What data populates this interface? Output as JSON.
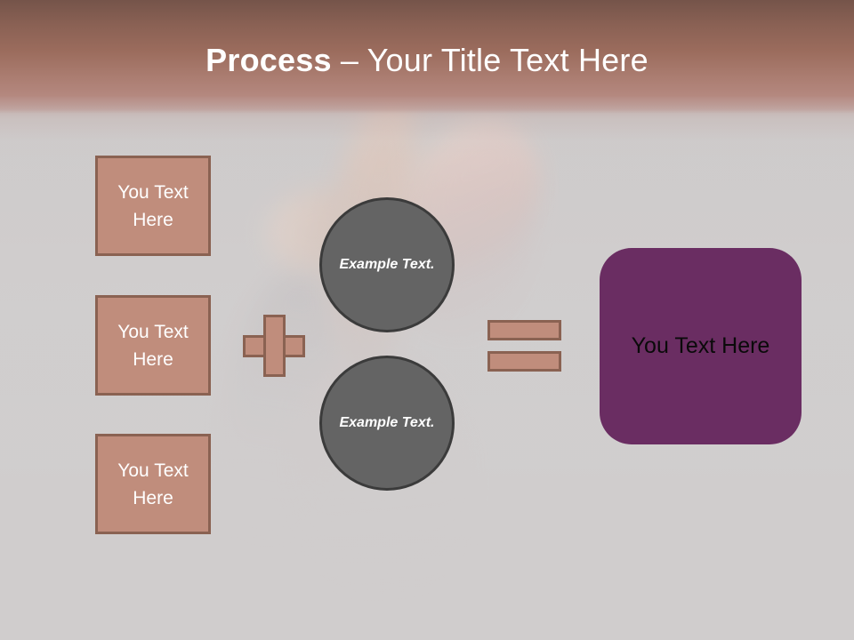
{
  "slide": {
    "title_bold": "Process",
    "title_rest": " – Your Title Text Here"
  },
  "inputs": [
    {
      "label": "You Text Here"
    },
    {
      "label": "You Text Here"
    },
    {
      "label": "You Text Here"
    }
  ],
  "circles": [
    {
      "label": "Example Text."
    },
    {
      "label": "Example Text."
    }
  ],
  "operators": {
    "plus": "+",
    "equals": "="
  },
  "result": {
    "label": "You Text Here"
  },
  "colors": {
    "header_top": "#75544a",
    "header_bottom": "#b4887f",
    "box_fill": "#c08d7c",
    "box_border": "#8a6252",
    "circle_fill": "#646464",
    "circle_border": "#3b3b3b",
    "result_fill": "#6a2d62",
    "background": "#cfcccb",
    "title_text": "#ffffff",
    "box_text": "#ffffff",
    "result_text": "#0a0a0a"
  }
}
